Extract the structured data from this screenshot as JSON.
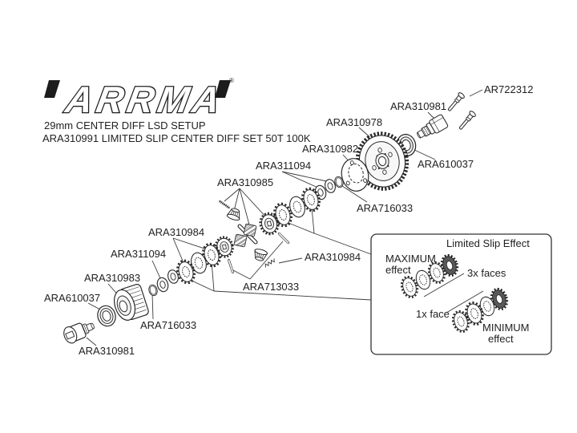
{
  "page": {
    "background": "#ffffff",
    "ink_color": "#2a2a2a",
    "text_color": "#1f1f1f"
  },
  "brand": {
    "name": "ARRMA",
    "registered": "®"
  },
  "header": {
    "line1": "29mm CENTER DIFF LSD SETUP",
    "line2": "ARA310991 LIMITED SLIP CENTER DIFF SET 50T 100K"
  },
  "diagram": {
    "labels": [
      {
        "id": "ar722312",
        "text": "AR722312"
      },
      {
        "id": "ara310981-top",
        "text": "ARA310981"
      },
      {
        "id": "ara310978",
        "text": "ARA310978"
      },
      {
        "id": "ara310982",
        "text": "ARA310982"
      },
      {
        "id": "ara311094-top",
        "text": "ARA311094"
      },
      {
        "id": "ara610037-top",
        "text": "ARA610037"
      },
      {
        "id": "ara310985",
        "text": "ARA310985"
      },
      {
        "id": "ara716033-top",
        "text": "ARA716033"
      },
      {
        "id": "ara310984-left",
        "text": "ARA310984"
      },
      {
        "id": "ara311094-bottom",
        "text": "ARA311094"
      },
      {
        "id": "ara310983",
        "text": "ARA310983"
      },
      {
        "id": "ara610037-bottom",
        "text": "ARA610037"
      },
      {
        "id": "ara310984-right",
        "text": "ARA310984"
      },
      {
        "id": "ara713033",
        "text": "ARA713033"
      },
      {
        "id": "ara716033-bottom",
        "text": "ARA716033"
      },
      {
        "id": "ara310981-bottom",
        "text": "ARA310981"
      }
    ]
  },
  "inset": {
    "title": "Limited Slip Effect",
    "maximum_line1": "MAXIMUM",
    "maximum_line2": "effect",
    "three_faces": "3x faces",
    "one_face": "1x face",
    "minimum_line1": "MINIMUM",
    "minimum_line2": "effect"
  }
}
